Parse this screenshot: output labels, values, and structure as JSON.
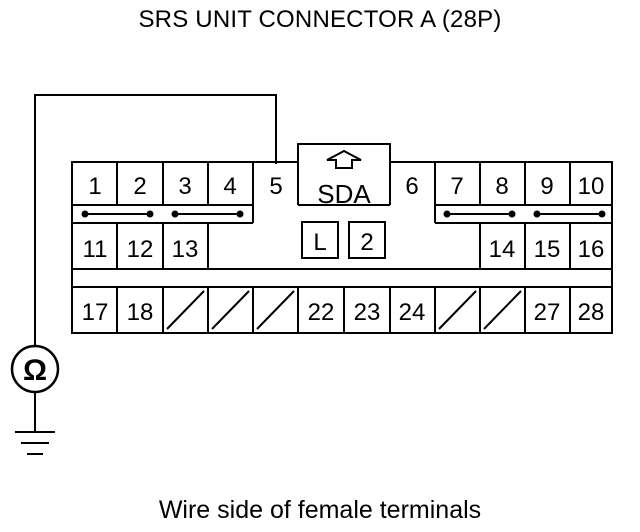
{
  "title": "SRS UNIT CONNECTOR A (28P)",
  "caption": "Wire side of female terminals",
  "connector_label": "SDA",
  "box_labels": [
    "L",
    "2"
  ],
  "meter_symbol": "Ω",
  "row1": [
    "1",
    "2",
    "3",
    "4",
    "5",
    "6",
    "7",
    "8",
    "9",
    "10"
  ],
  "row2": [
    "11",
    "12",
    "13",
    "14",
    "15",
    "16"
  ],
  "row3": [
    "17",
    "18",
    "22",
    "23",
    "24",
    "27",
    "28"
  ]
}
